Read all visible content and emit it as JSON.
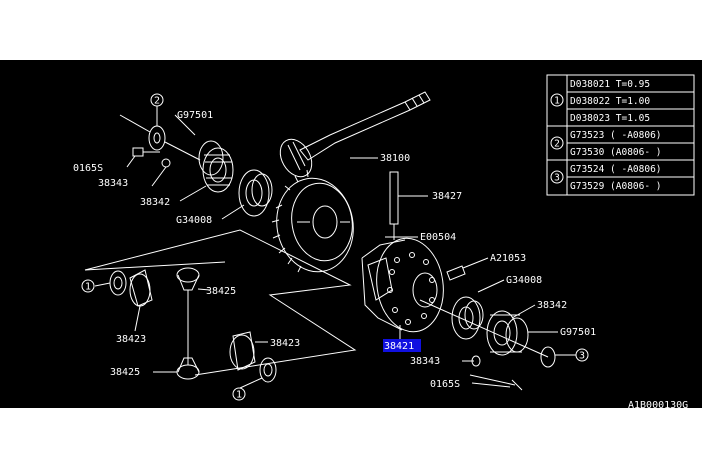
{
  "diagram": {
    "callouts": {
      "c_38100": "38100",
      "c_g97501_top": "G97501",
      "c_0165s_top": "0165S",
      "c_38343_top": "38343",
      "c_38342_top": "38342",
      "c_g34008_top": "G34008",
      "c_38427": "38427",
      "c_e00504": "E00504",
      "c_a21053": "A21053",
      "c_g34008_right": "G34008",
      "c_38342_right": "38342",
      "c_g97501_right": "G97501",
      "c_38421": "38421",
      "c_38343_right": "38343",
      "c_0165s_right": "0165S",
      "c_38425_top": "38425",
      "c_38423_left": "38423",
      "c_38423_mid": "38423",
      "c_38425_bottom": "38425",
      "watermark": "A1B000130G"
    },
    "markers": {
      "m_2_top": "2",
      "m_1_left": "1",
      "m_1_bottom": "1",
      "m_3_right": "3"
    },
    "legend": {
      "row_markers": [
        "1",
        "2",
        "3"
      ],
      "rows": [
        "D038021 T=0.95",
        "D038022 T=1.00",
        "D038023 T=1.05",
        "G73523 ( -A0806)",
        "G73530 (A0806- )",
        "G73524 ( -A0806)",
        "G73529 (A0806- )"
      ]
    },
    "colors": {
      "background": "#000000",
      "line": "#ffffff",
      "highlight": "#1010e0"
    }
  }
}
